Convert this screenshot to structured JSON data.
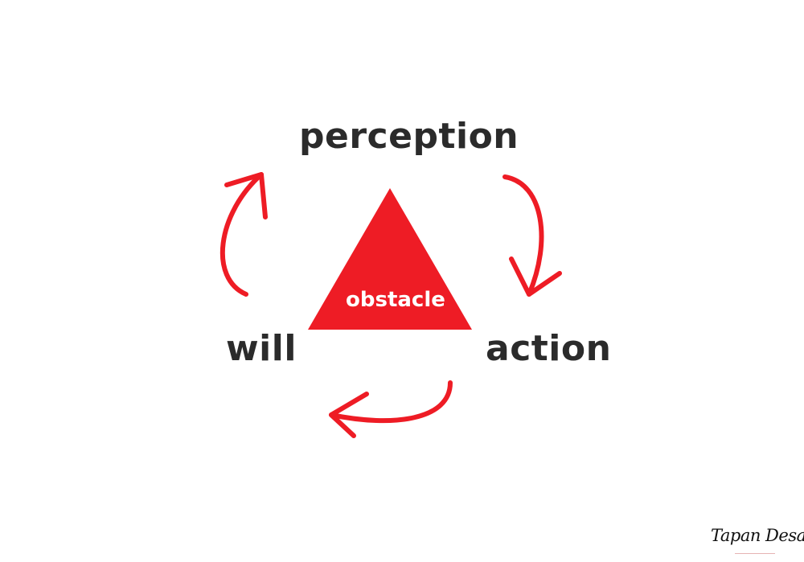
{
  "diagram": {
    "nodes": {
      "perception": "perception",
      "action": "action",
      "will": "will"
    },
    "center": "obstacle",
    "signature": "Tapan Desai"
  },
  "colors": {
    "accent": "#ee1c25",
    "text": "#2b2b2b",
    "background": "#ffffff"
  },
  "icons": [
    "curved-arrow-icon",
    "triangle-shape"
  ]
}
